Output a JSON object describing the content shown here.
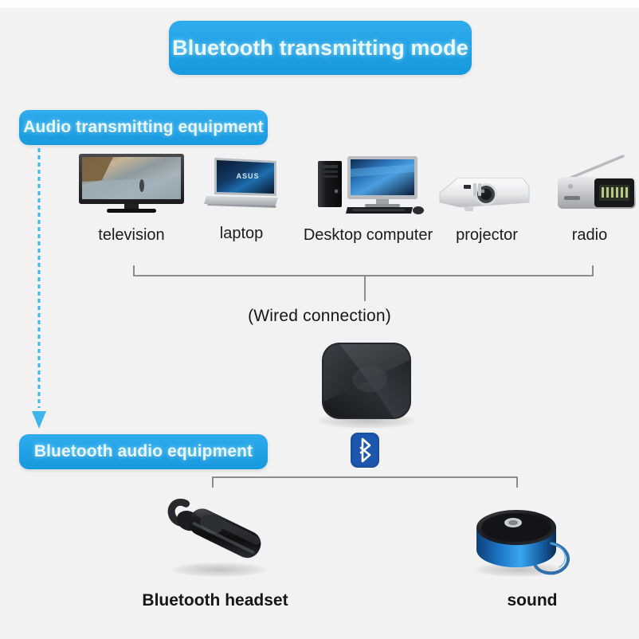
{
  "page": {
    "background_color": "#f2f2f2",
    "banner_color": "#1f9fe4",
    "accent_color": "#31adee",
    "bluetooth_badge_color": "#1a4fa0",
    "connector_color": "#8d8d8d"
  },
  "title": {
    "text": "Bluetooth transmitting mode"
  },
  "sections": {
    "source_label": "Audio transmitting equipment",
    "sink_label": "Bluetooth audio equipment"
  },
  "sources": [
    {
      "label": "television",
      "icon": "television-icon"
    },
    {
      "label": "laptop",
      "icon": "laptop-icon"
    },
    {
      "label": "Desktop computer",
      "icon": "desktop-computer-icon"
    },
    {
      "label": "projector",
      "icon": "projector-icon"
    },
    {
      "label": "radio",
      "icon": "radio-icon"
    }
  ],
  "connection": {
    "wired_note": "(Wired connection)",
    "flow_arrow": "dashed-down-arrow-icon"
  },
  "adapter": {
    "name": "bluetooth-adapter-device",
    "badge_icon": "bluetooth-logo-icon"
  },
  "sinks": [
    {
      "label": "Bluetooth headset",
      "icon": "bluetooth-headset-icon"
    },
    {
      "label": "sound",
      "icon": "bluetooth-speaker-icon"
    }
  ]
}
